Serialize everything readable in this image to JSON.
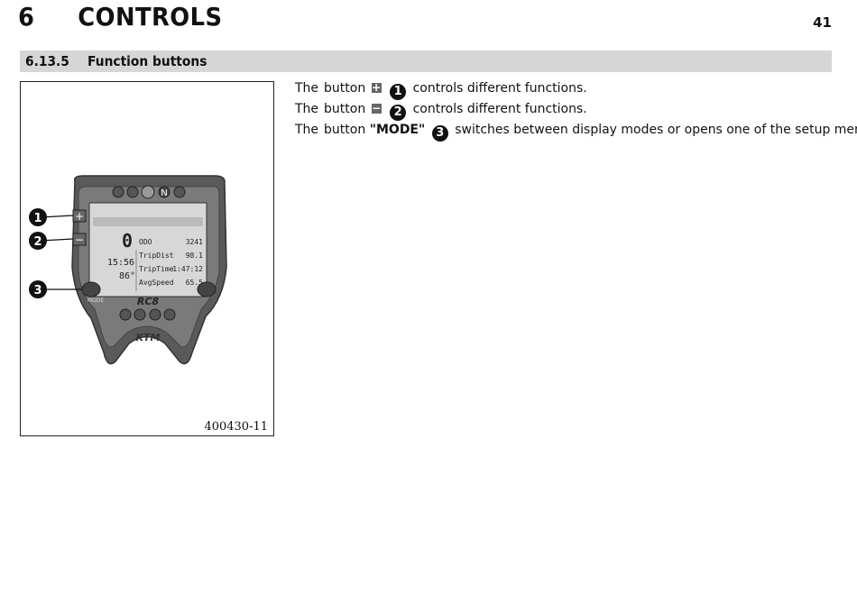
{
  "header": {
    "chapter_number": "6",
    "chapter_title": "CONTROLS",
    "page_number": "41"
  },
  "section": {
    "number": "6.13.5",
    "title": "Function buttons"
  },
  "figure": {
    "code": "400430-11",
    "callouts": [
      "1",
      "2",
      "3"
    ],
    "dash": {
      "model_logo": "RC8",
      "brand_logo": "KTM",
      "mode_label": "MODE",
      "neutral": "N",
      "speed": "0",
      "clock": "15:56",
      "temp": "86°",
      "rows": [
        {
          "label": "ODO",
          "value": "3241"
        },
        {
          "label": "TripDist",
          "value": "98.1"
        },
        {
          "label": "TripTime",
          "value": "1:47:12"
        },
        {
          "label": "AvgSpeed",
          "value": "65.5"
        }
      ]
    }
  },
  "instructions": [
    {
      "pre": "The",
      "word": "button",
      "icon": "+",
      "callout": "1",
      "text": "controls different functions."
    },
    {
      "pre": "The",
      "word": "button",
      "icon": "−",
      "callout": "2",
      "text": "controls different functions."
    },
    {
      "pre": "The",
      "word": "button",
      "label": "\"MODE\"",
      "callout": "3",
      "text": "switches between display modes or opens one of the setup menus."
    }
  ]
}
